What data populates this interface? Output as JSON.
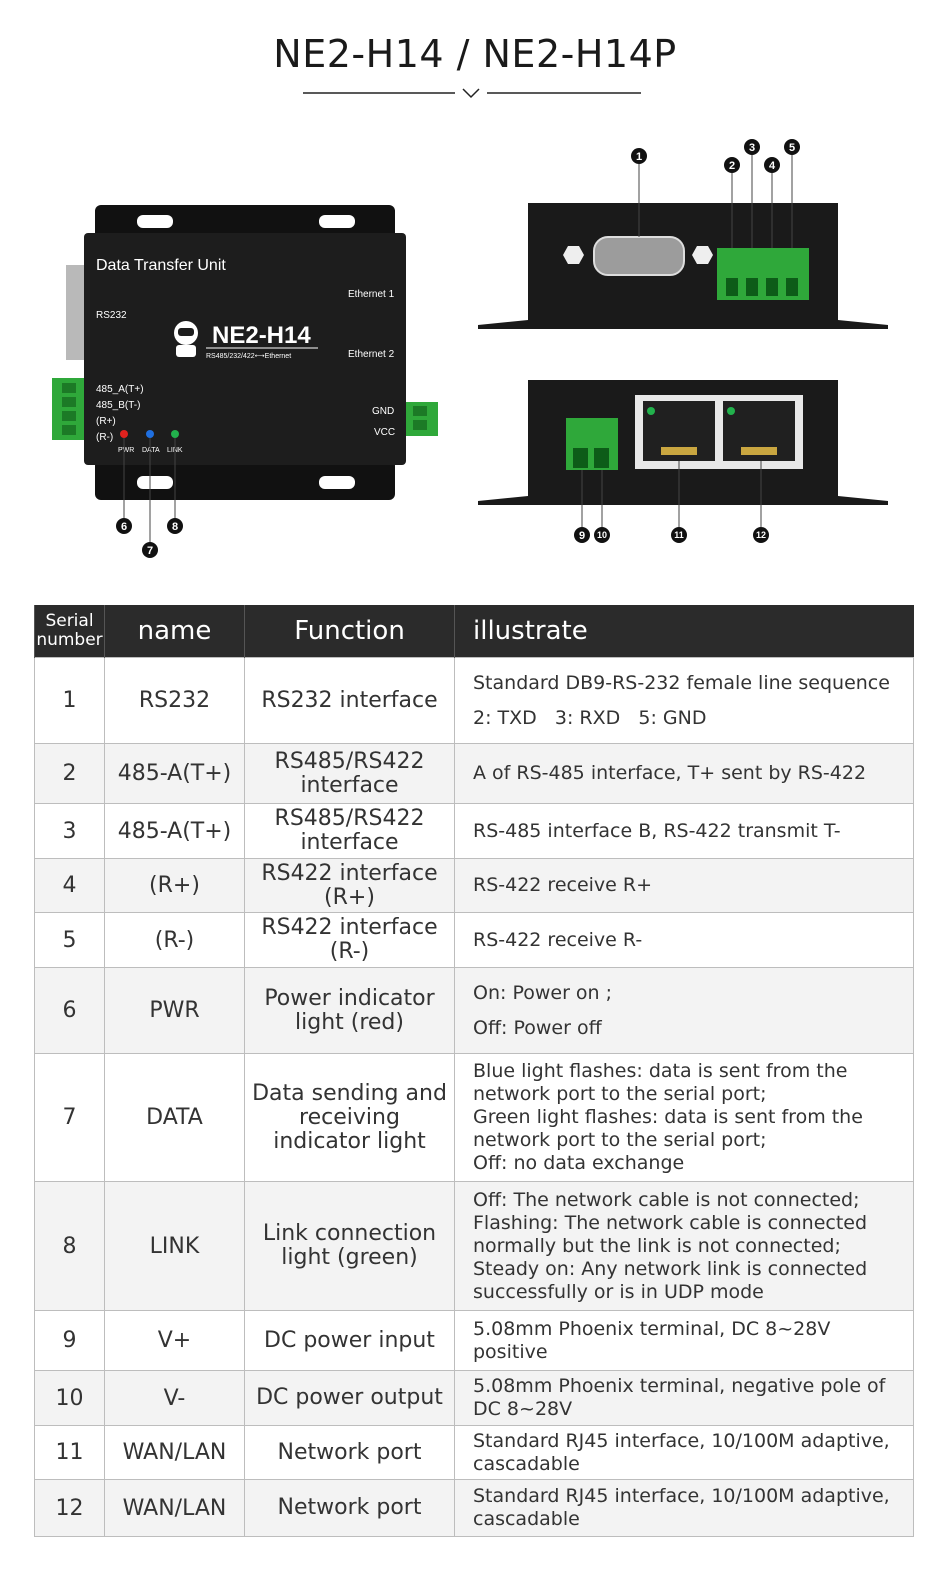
{
  "title": "NE2-H14 / NE2-H14P",
  "device": {
    "label_top": "Data Transfer Unit",
    "label_rs232": "RS232",
    "brand": "NE2-H14",
    "brand_sub": "RS485/232/422⟷Ethernet",
    "label_eth1": "Ethernet 1",
    "label_eth2": "Ethernet 2",
    "pins": [
      "485_A(T+)",
      "485_B(T-)",
      "(R+)",
      "(R-)"
    ],
    "label_gnd": "GND",
    "label_vcc": "VCC",
    "leds": [
      "PWR",
      "DATA",
      "LINK"
    ]
  },
  "callouts": [
    "1",
    "2",
    "3",
    "4",
    "5",
    "6",
    "7",
    "8",
    "9",
    "10",
    "11",
    "12"
  ],
  "colors": {
    "led_pwr": "#e0221e",
    "led_data": "#1f6fe0",
    "led_link": "#22b14c",
    "terminal": "#2fa83a",
    "header_bg": "#2b2b2b"
  },
  "table": {
    "headers": {
      "serial": "Serial number",
      "name": "name",
      "function": "Function",
      "illustrate": "illustrate"
    },
    "rows": [
      {
        "num": "1",
        "name": "RS232",
        "function": "RS232 interface",
        "illustrate": [
          "Standard DB9-RS-232 female line sequence",
          "2: TXD   3: RXD   5: GND"
        ]
      },
      {
        "num": "2",
        "name": "485-A(T+)",
        "function": "RS485/RS422 interface",
        "illustrate": [
          "A of RS-485 interface, T+ sent by RS-422"
        ]
      },
      {
        "num": "3",
        "name": "485-A(T+)",
        "function": "RS485/RS422 interface",
        "illustrate": [
          "RS-485 interface B, RS-422 transmit T-"
        ]
      },
      {
        "num": "4",
        "name": "(R+)",
        "function": "RS422 interface (R+)",
        "illustrate": [
          "RS-422 receive R+"
        ]
      },
      {
        "num": "5",
        "name": "(R-)",
        "function": "RS422 interface (R-)",
        "illustrate": [
          "RS-422 receive R-"
        ]
      },
      {
        "num": "6",
        "name": "PWR",
        "function": "Power indicator light (red)",
        "illustrate": [
          "On: Power on ;",
          "Off: Power off"
        ]
      },
      {
        "num": "7",
        "name": "DATA",
        "function": "Data sending and receiving indicator light",
        "illustrate": [
          "Blue light flashes: data is sent from the network port to the serial port;",
          "Green light flashes: data is sent from the network port to the serial port;",
          "Off: no data exchange"
        ]
      },
      {
        "num": "8",
        "name": "LINK",
        "function": "Link connection light (green)",
        "illustrate": [
          "Off: The network cable is not connected;",
          "Flashing: The network cable is connected normally but the link is not connected;",
          "Steady on: Any network link is connected successfully or is in UDP mode"
        ]
      },
      {
        "num": "9",
        "name": "V+",
        "function": "DC power input",
        "illustrate": [
          "5.08mm Phoenix terminal, DC 8~28V positive"
        ]
      },
      {
        "num": "10",
        "name": "V-",
        "function": "DC power output",
        "illustrate": [
          "5.08mm Phoenix terminal, negative pole of DC 8~28V"
        ]
      },
      {
        "num": "11",
        "name": "WAN/LAN",
        "function": "Network port",
        "illustrate": [
          "Standard RJ45 interface, 10/100M adaptive, cascadable"
        ]
      },
      {
        "num": "12",
        "name": "WAN/LAN",
        "function": "Network port",
        "illustrate": [
          "Standard RJ45 interface, 10/100M adaptive, cascadable"
        ]
      }
    ]
  }
}
